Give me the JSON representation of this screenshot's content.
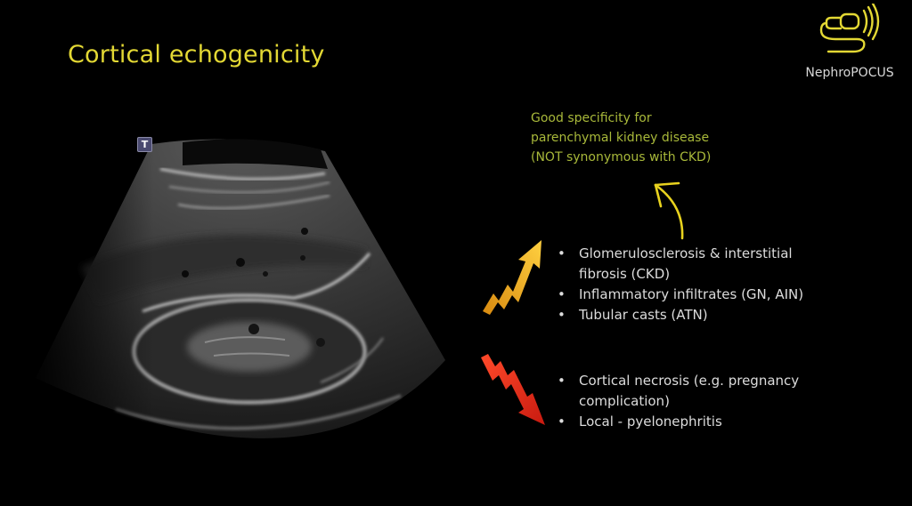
{
  "slide": {
    "title": "Cortical echogenicity",
    "colors": {
      "title": "#e3d834",
      "note": "#a8b83a",
      "bullet_text": "#dcdcdc",
      "arrow_up": "#f5b820",
      "arrow_down": "#e8321e",
      "background": "#000000"
    }
  },
  "logo": {
    "icon": "ultrasound-probe-icon",
    "text": "NephroPOCUS"
  },
  "ultrasound_image": {
    "badge": "T",
    "description": "Sagittal ultrasound of kidney below liver"
  },
  "note": {
    "lines": [
      "Good specificity for",
      "parenchymal kidney disease",
      "(NOT synonymous with CKD)"
    ]
  },
  "increased": {
    "icon": "trend-up-arrow-icon",
    "items": [
      {
        "line1": "Glomerulosclerosis & interstitial",
        "line2": "fibrosis (CKD)"
      },
      {
        "line1": "Inflammatory infiltrates (GN, AIN)"
      },
      {
        "line1": "Tubular casts (ATN)"
      }
    ]
  },
  "decreased": {
    "icon": "trend-down-arrow-icon",
    "items": [
      {
        "line1": "Cortical necrosis (e.g. pregnancy",
        "line2": "complication)"
      },
      {
        "line1": "Local - pyelonephritis"
      }
    ]
  }
}
